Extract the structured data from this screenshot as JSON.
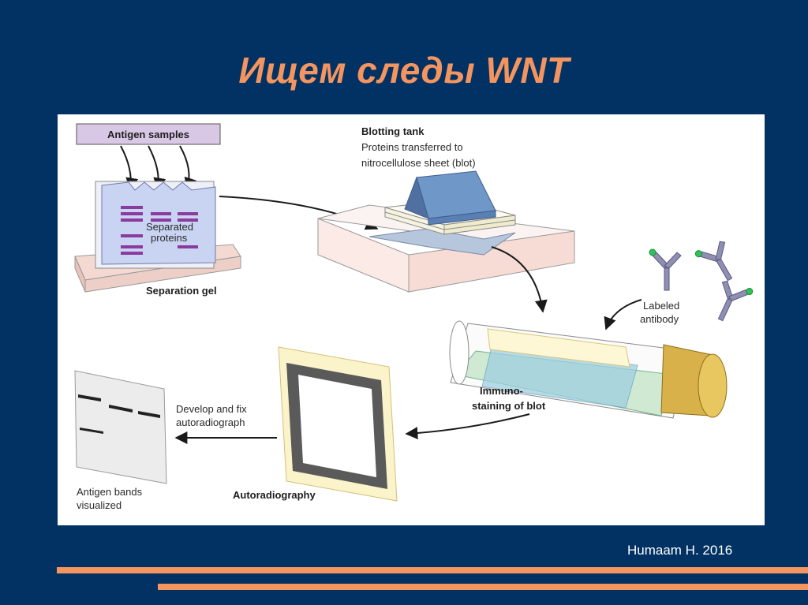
{
  "slide": {
    "title": "Ищем следы WNT",
    "credit": "Humaam H. 2016"
  },
  "diagram": {
    "antigen_samples": "Antigen samples",
    "separated_line1": "Separated",
    "separated_line2": "proteins",
    "separation_gel": "Separation gel",
    "blotting_title": "Blotting tank",
    "blotting_line1": "Proteins transferred to",
    "blotting_line2": "nitrocellulose sheet (blot)",
    "labeled_line1": "Labeled",
    "labeled_line2": "antibody",
    "immuno_line1": "Immuno-",
    "immuno_line2": "staining of blot",
    "develop_line1": "Develop and fix",
    "develop_line2": "autoradiograph",
    "autoradiography": "Autoradiography",
    "antigen_bands_line1": "Antigen bands",
    "antigen_bands_line2": "visualized"
  },
  "colors": {
    "background": "#023263",
    "title": "#f4955f",
    "accent_stripes": "#f4955f",
    "protein_bands": "#8b3a9e",
    "gel": "#c9d3f2",
    "blot_block": "#6f97c8",
    "antibody": "#8f8fb4",
    "antibody_label": "#2fc25a",
    "tube_cap": "#d9b14a"
  }
}
